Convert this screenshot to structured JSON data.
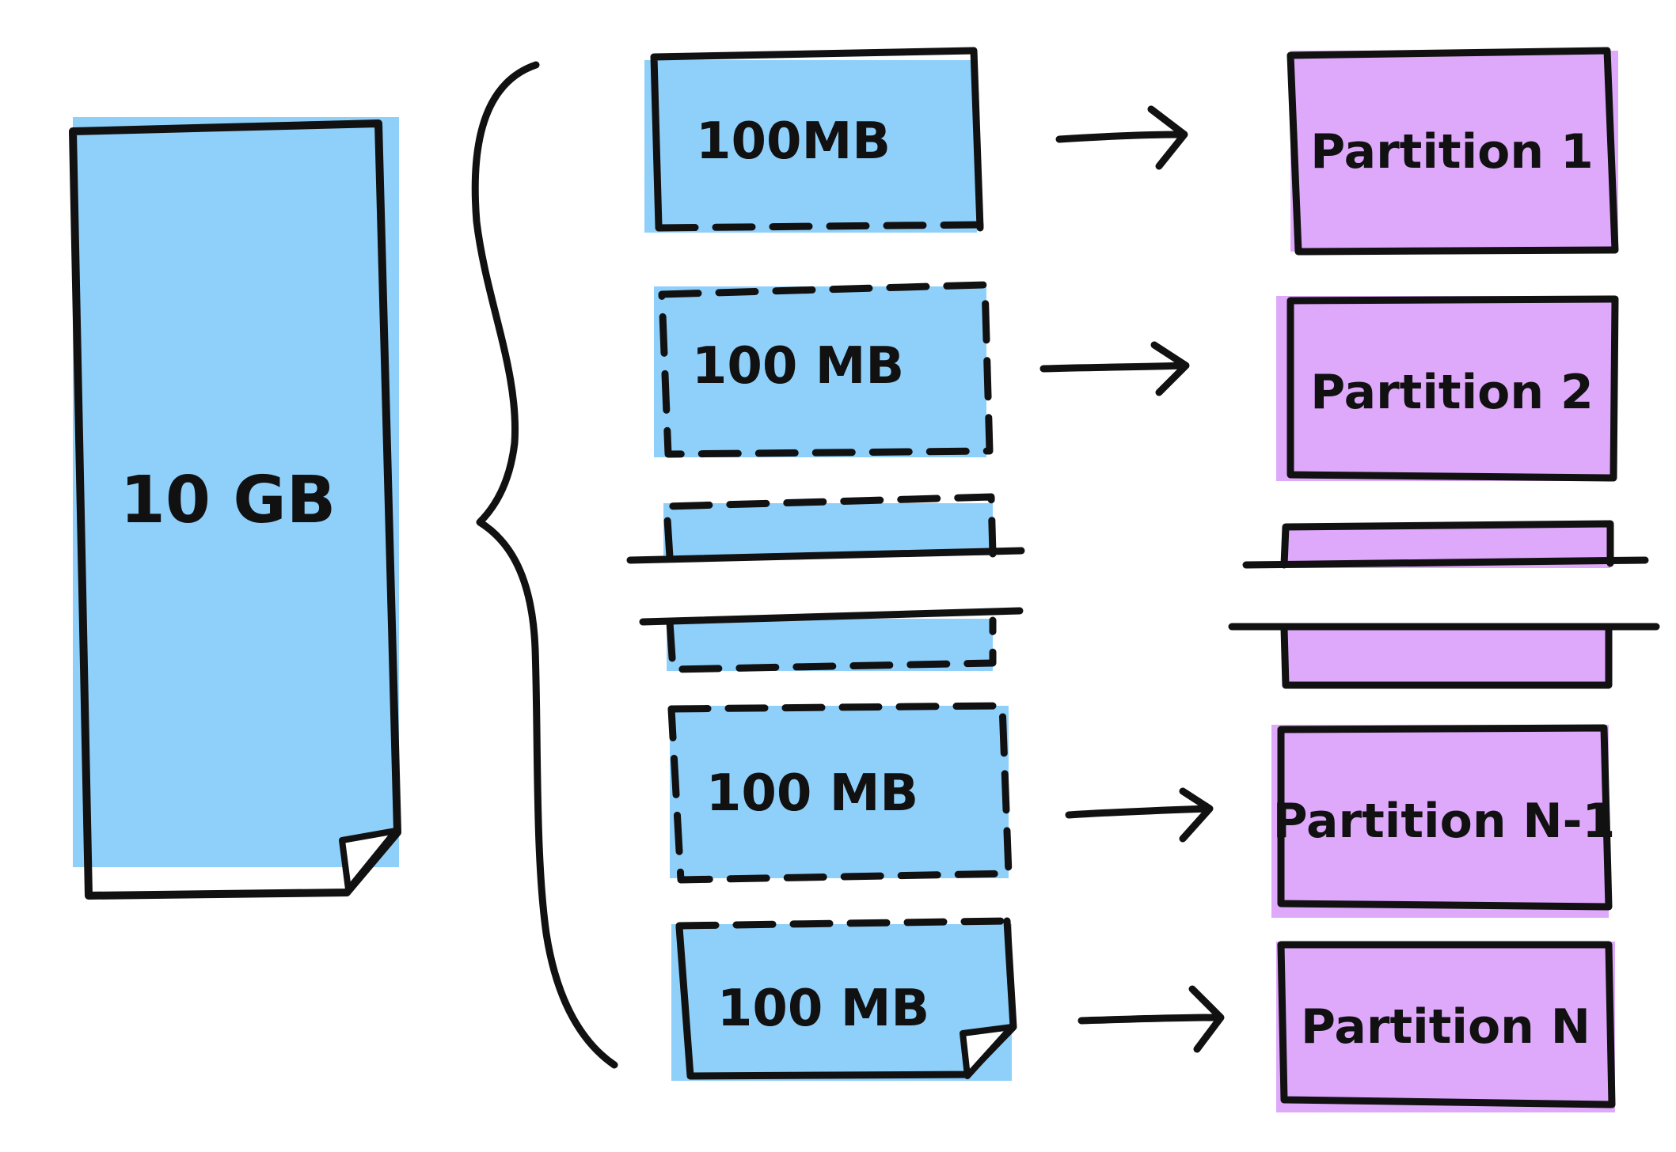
{
  "colors": {
    "file_fill": "#8fd0fb",
    "partition_fill": "#dfa9fb",
    "ink": "#111111",
    "background": "#ffffff"
  },
  "source_file": {
    "label": "10 GB"
  },
  "chunks": [
    {
      "label": "100MB"
    },
    {
      "label": "100 MB"
    },
    {
      "label": "100 MB"
    },
    {
      "label": "100 MB"
    }
  ],
  "partitions": [
    {
      "label": "Partition 1"
    },
    {
      "label": "Partition 2"
    },
    {
      "label": "Partition N-1"
    },
    {
      "label": "Partition N"
    }
  ],
  "icons": {
    "arrow": "right-arrow-icon",
    "brace": "curly-brace-icon",
    "folded_corner": "folded-corner-icon",
    "break": "break-lines-icon"
  }
}
